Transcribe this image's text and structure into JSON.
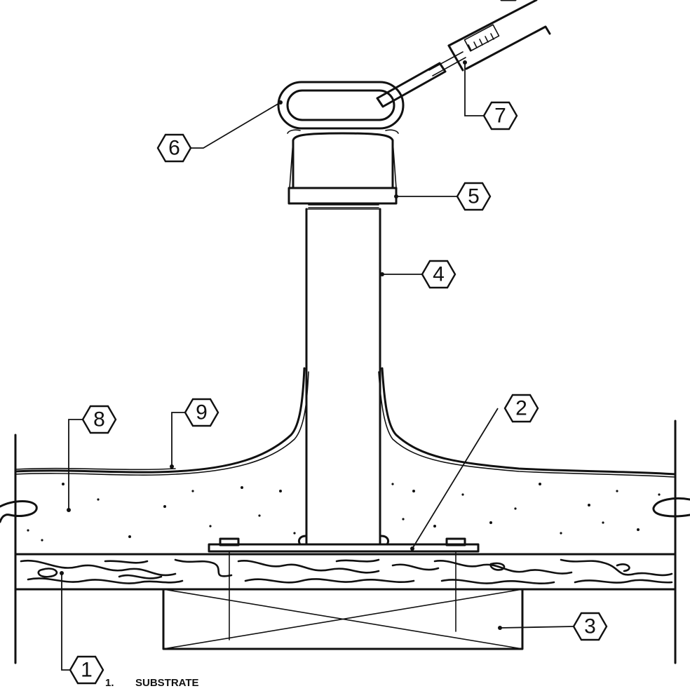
{
  "callouts": [
    {
      "id": "c1",
      "number": "1"
    },
    {
      "id": "c2",
      "number": "2"
    },
    {
      "id": "c3",
      "number": "3"
    },
    {
      "id": "c4",
      "number": "4"
    },
    {
      "id": "c5",
      "number": "5"
    },
    {
      "id": "c6",
      "number": "6"
    },
    {
      "id": "c7",
      "number": "7"
    },
    {
      "id": "c8",
      "number": "8"
    },
    {
      "id": "c9",
      "number": "9"
    }
  ],
  "legend": {
    "item_number": "1.",
    "item_text": "SUBSTRATE"
  }
}
